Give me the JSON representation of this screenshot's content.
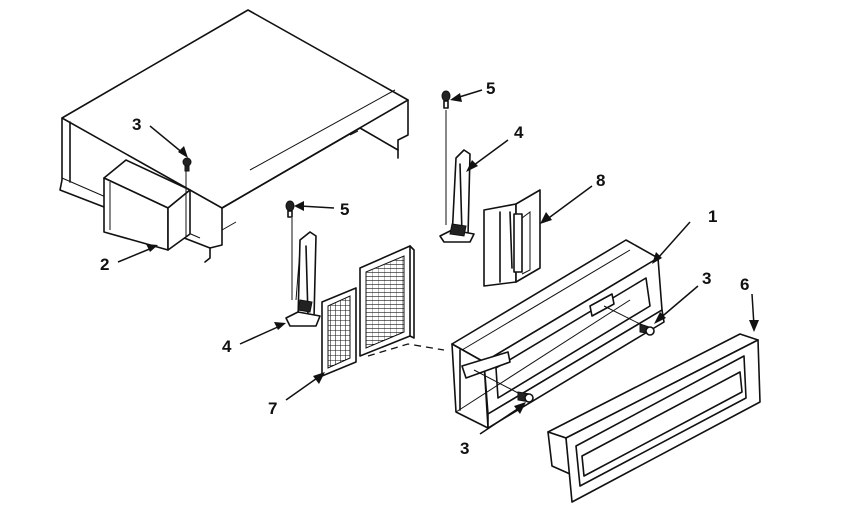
{
  "diagram": {
    "callouts": {
      "c1": "1",
      "c2": "2",
      "c3_top": "3",
      "c3_right": "3",
      "c3_bottom": "3",
      "c4_left": "4",
      "c4_right": "4",
      "c5_left": "5",
      "c5_right": "5",
      "c6": "6",
      "c7": "7",
      "c8": "8"
    }
  }
}
